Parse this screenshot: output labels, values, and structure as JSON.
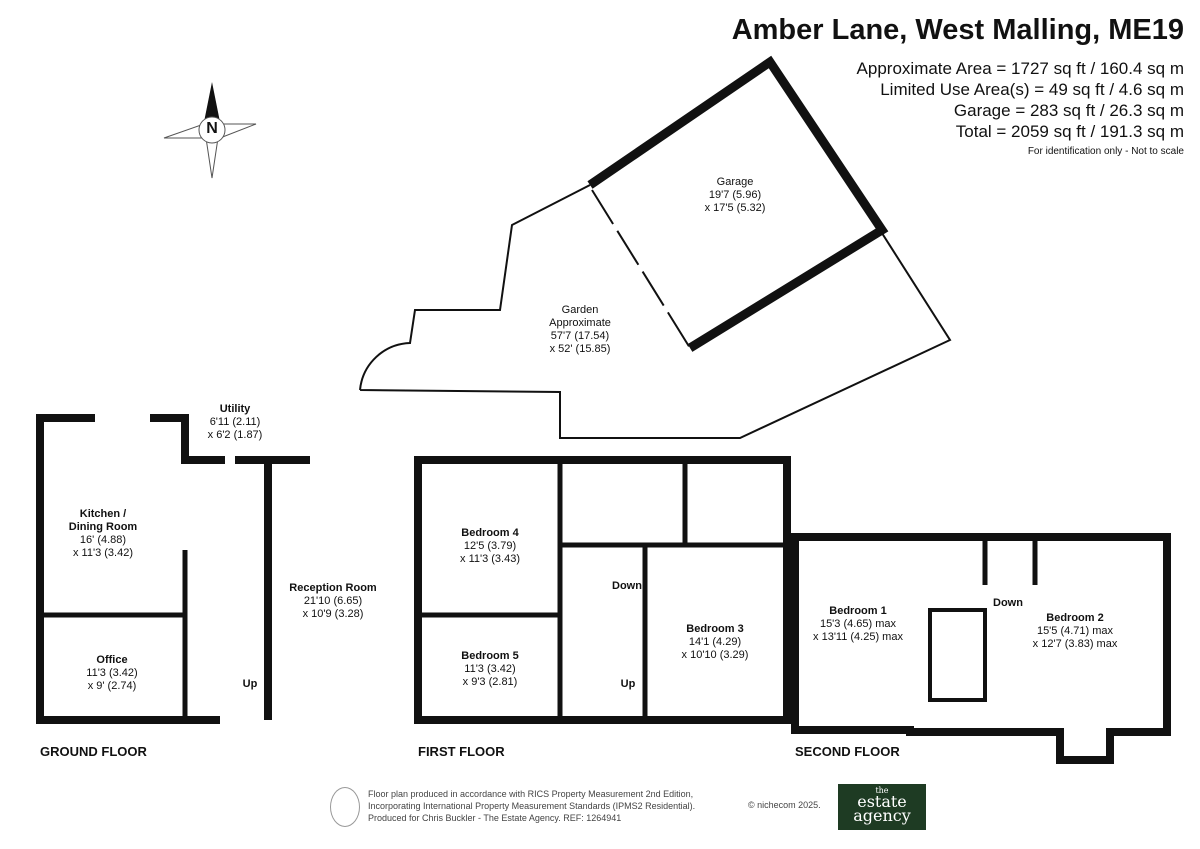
{
  "header": {
    "title": "Amber Lane, West Malling, ME19",
    "areas": [
      "Approximate Area = 1727 sq ft / 160.4 sq m",
      "Limited Use Area(s) = 49 sq ft / 4.6 sq m",
      "Garage = 283 sq ft / 26.3 sq m",
      "Total = 2059 sq ft / 191.3 sq m"
    ],
    "note": "For identification only - Not to scale"
  },
  "compass": {
    "label": "N"
  },
  "outdoor": {
    "garage": {
      "name": "Garage",
      "dim1": "19'7 (5.96)",
      "dim2": "x 17'5 (5.32)"
    },
    "garden": {
      "name": "Garden",
      "sub": "Approximate",
      "dim1": "57'7 (17.54)",
      "dim2": "x 52' (15.85)"
    }
  },
  "ground": {
    "label": "GROUND FLOOR",
    "rooms": [
      {
        "name": "Utility",
        "dim1": "6'11 (2.11)",
        "dim2": "x 6'2 (1.87)"
      },
      {
        "name": "Kitchen /",
        "name2": "Dining Room",
        "dim1": "16' (4.88)",
        "dim2": "x 11'3 (3.42)"
      },
      {
        "name": "Reception Room",
        "dim1": "21'10 (6.65)",
        "dim2": "x 10'9 (3.28)"
      },
      {
        "name": "Office",
        "dim1": "11'3 (3.42)",
        "dim2": "x 9' (2.74)"
      }
    ],
    "stairs": "Up"
  },
  "first": {
    "label": "FIRST FLOOR",
    "rooms": [
      {
        "name": "Bedroom 4",
        "dim1": "12'5 (3.79)",
        "dim2": "x 11'3 (3.43)"
      },
      {
        "name": "Bedroom 5",
        "dim1": "11'3 (3.42)",
        "dim2": "x 9'3 (2.81)"
      },
      {
        "name": "Bedroom 3",
        "dim1": "14'1 (4.29)",
        "dim2": "x 10'10 (3.29)"
      }
    ],
    "stairs_down": "Down",
    "stairs_up": "Up"
  },
  "second": {
    "label": "SECOND FLOOR",
    "rooms": [
      {
        "name": "Bedroom 1",
        "dim1": "15'3 (4.65) max",
        "dim2": "x 13'11 (4.25) max"
      },
      {
        "name": "Bedroom 2",
        "dim1": "15'5 (4.71) max",
        "dim2": "x 12'7 (3.83) max"
      }
    ],
    "stairs": "Down"
  },
  "footer": {
    "lines": [
      "Floor plan produced in accordance with RICS Property Measurement 2nd Edition,",
      "Incorporating International Property Measurement Standards (IPMS2 Residential).",
      "Produced for Chris Buckler - The Estate Agency.   REF: 1264941"
    ],
    "copyright": "© nichecom 2025.",
    "logo": {
      "small": "the",
      "line1": "estate",
      "line2": "agency"
    },
    "colors": {
      "logo_bg": "#1e3b23",
      "wall": "#111111"
    }
  }
}
